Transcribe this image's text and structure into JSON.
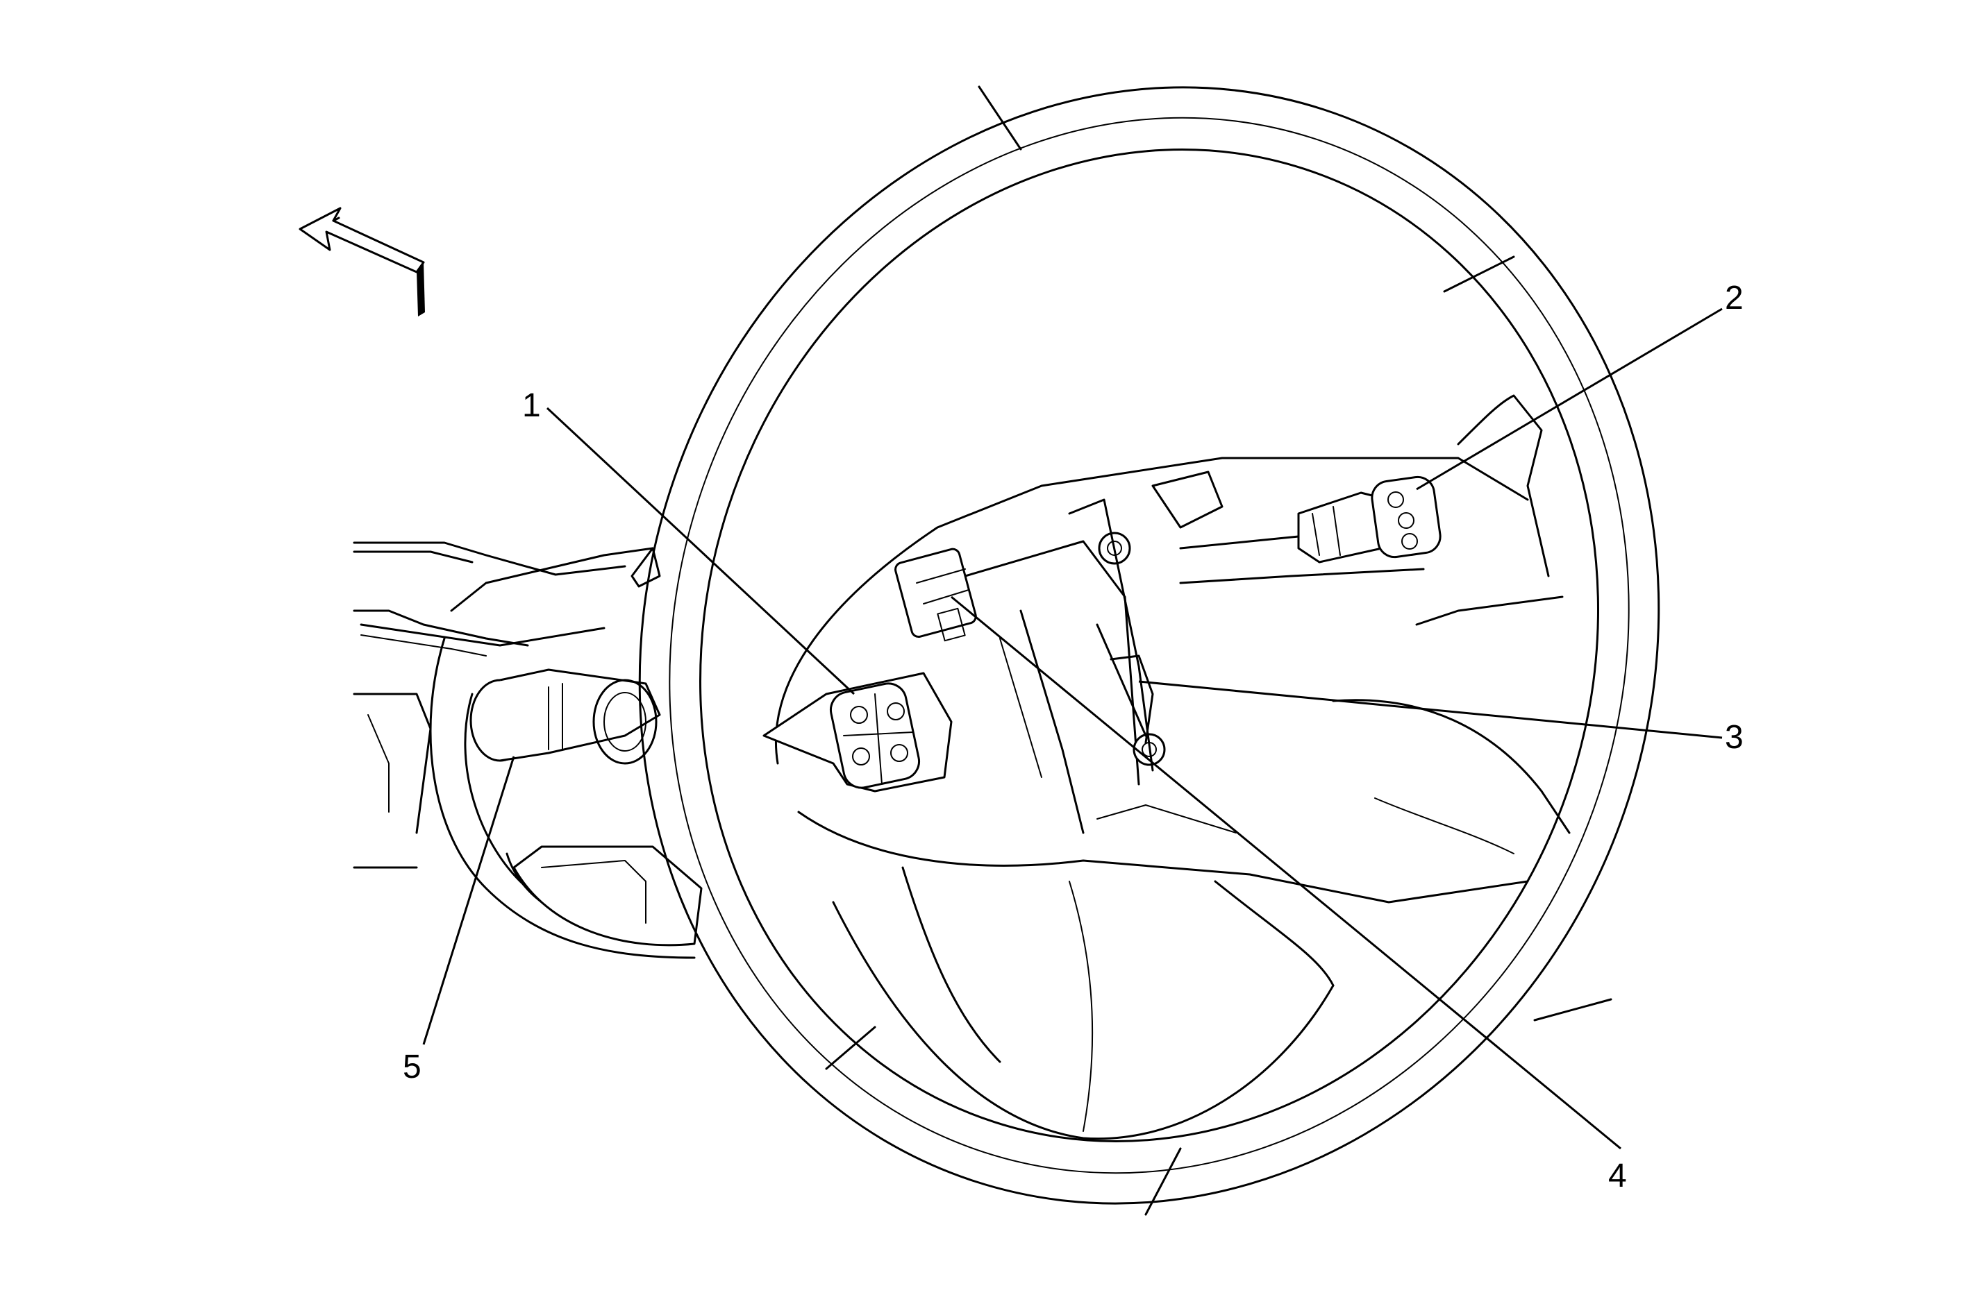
{
  "callouts": [
    {
      "id": "1",
      "label": "1"
    },
    {
      "id": "2",
      "label": "2"
    },
    {
      "id": "3",
      "label": "3"
    },
    {
      "id": "4",
      "label": "4"
    },
    {
      "id": "5",
      "label": "5"
    }
  ],
  "icons": {
    "orientation_arrow": "direction-arrow-icon"
  },
  "colors": {
    "line": "#000000",
    "background": "#ffffff"
  }
}
